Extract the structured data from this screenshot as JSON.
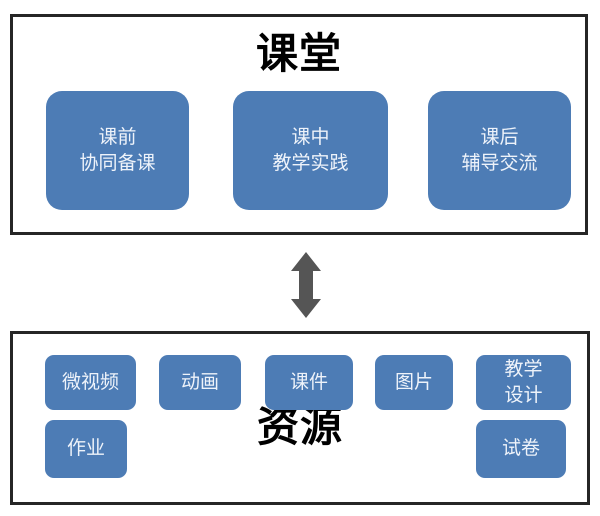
{
  "diagram": {
    "title_top": "课堂",
    "title_bottom": "资源",
    "connector": {
      "icon": "double-headed-vertical-arrow",
      "color": "#555555",
      "direction": "bidirectional"
    },
    "colors": {
      "box_fill": "#4d7cb5",
      "box_text": "#eef3fa",
      "frame_border": "#262626",
      "background": "#ffffff",
      "title_text": "#000000"
    }
  },
  "classroom": {
    "title": "课堂",
    "boxes": [
      {
        "line1": "课前",
        "line2": "协同备课"
      },
      {
        "line1": "课中",
        "line2": "教学实践"
      },
      {
        "line1": "课后",
        "line2": "辅导交流"
      }
    ]
  },
  "resource": {
    "title": "资源",
    "chips": [
      {
        "line1": "微视频",
        "line2": ""
      },
      {
        "line1": "动画",
        "line2": ""
      },
      {
        "line1": "课件",
        "line2": ""
      },
      {
        "line1": "图片",
        "line2": ""
      },
      {
        "line1": "教学",
        "line2": "设计"
      },
      {
        "line1": "作业",
        "line2": ""
      },
      {
        "line1": "试卷",
        "line2": ""
      }
    ]
  }
}
